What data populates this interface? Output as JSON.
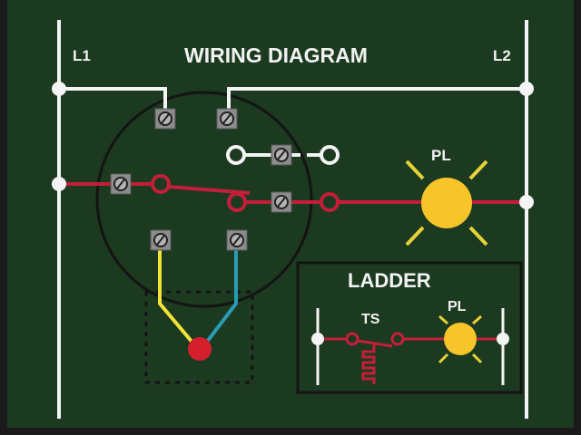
{
  "title": "WIRING DIAGRAM",
  "lines": {
    "left": "L1",
    "right": "L2"
  },
  "pilot_light": {
    "label": "PL",
    "color": "#f7c52a"
  },
  "ladder": {
    "title": "LADDER",
    "switch_label": "TS",
    "light_label": "PL"
  },
  "colors": {
    "background": "#1b3a1f",
    "wire_white": "#f4f4f4",
    "wire_red": "#c41e3a",
    "wire_yellow": "#f2e23a",
    "wire_blue": "#2a9bb5",
    "terminal": "#8a8a8a",
    "thermostat_bulb": "#d4202e"
  }
}
